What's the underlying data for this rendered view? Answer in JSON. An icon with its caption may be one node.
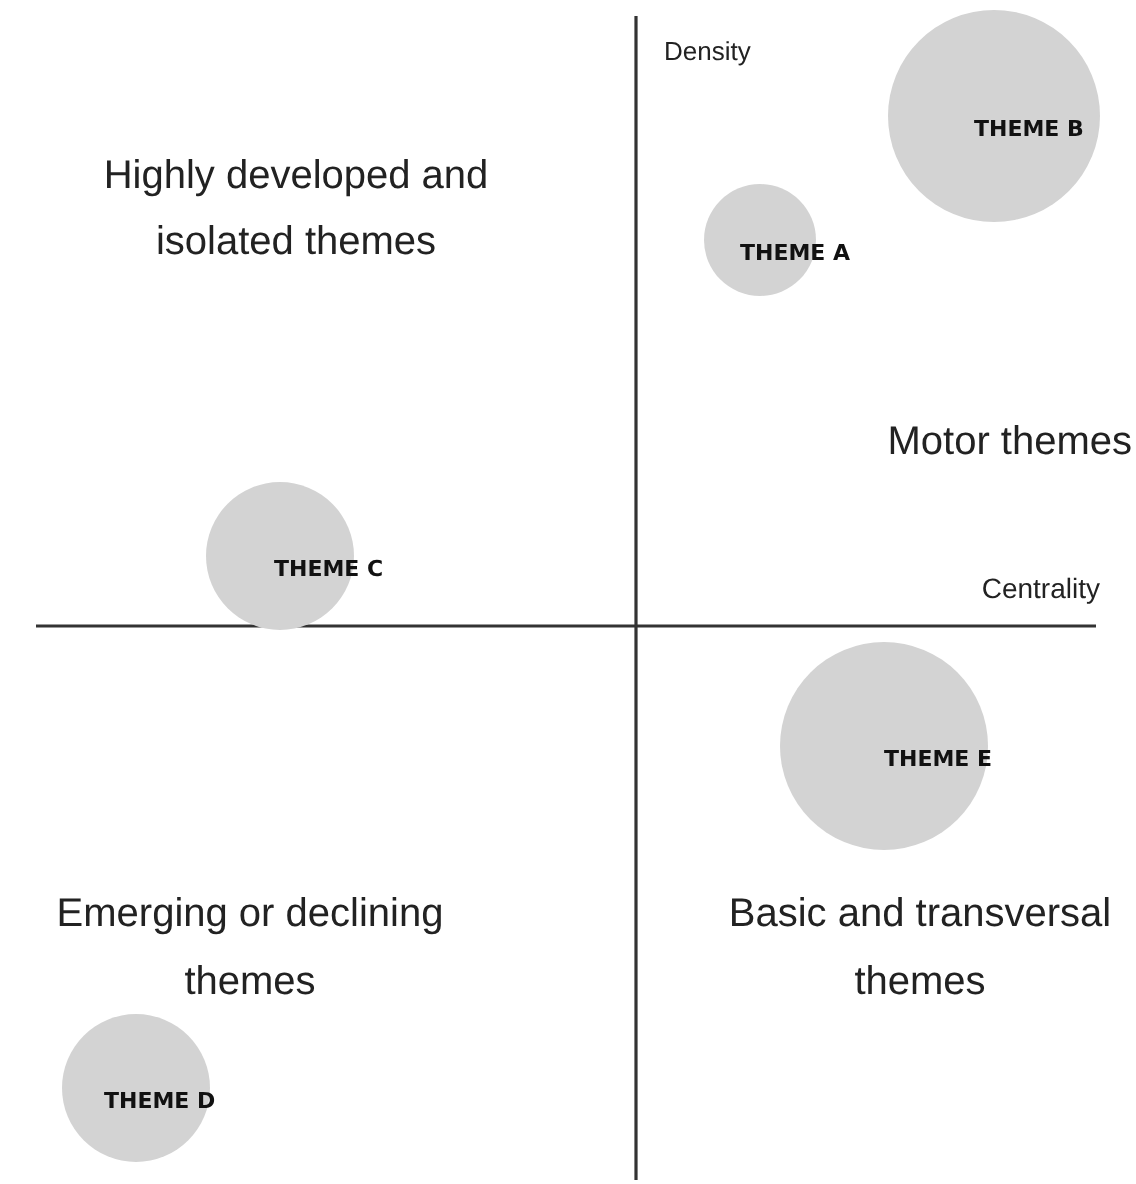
{
  "diagram": {
    "nodes": [
      {
        "text": [
          "THEME B"
        ]
      },
      {
        "text": [
          "THEME A"
        ]
      },
      {
        "text": [
          "THEME C"
        ]
      },
      {
        "text": [
          "THEME E"
        ]
      },
      {
        "text": [
          "THEME D"
        ]
      }
    ],
    "labels": [
      "Density",
      "Highly developed and isolated themes",
      "Motor themes",
      "Centrality",
      "Emerging or declining themes",
      "Basic and transversal themes"
    ]
  }
}
